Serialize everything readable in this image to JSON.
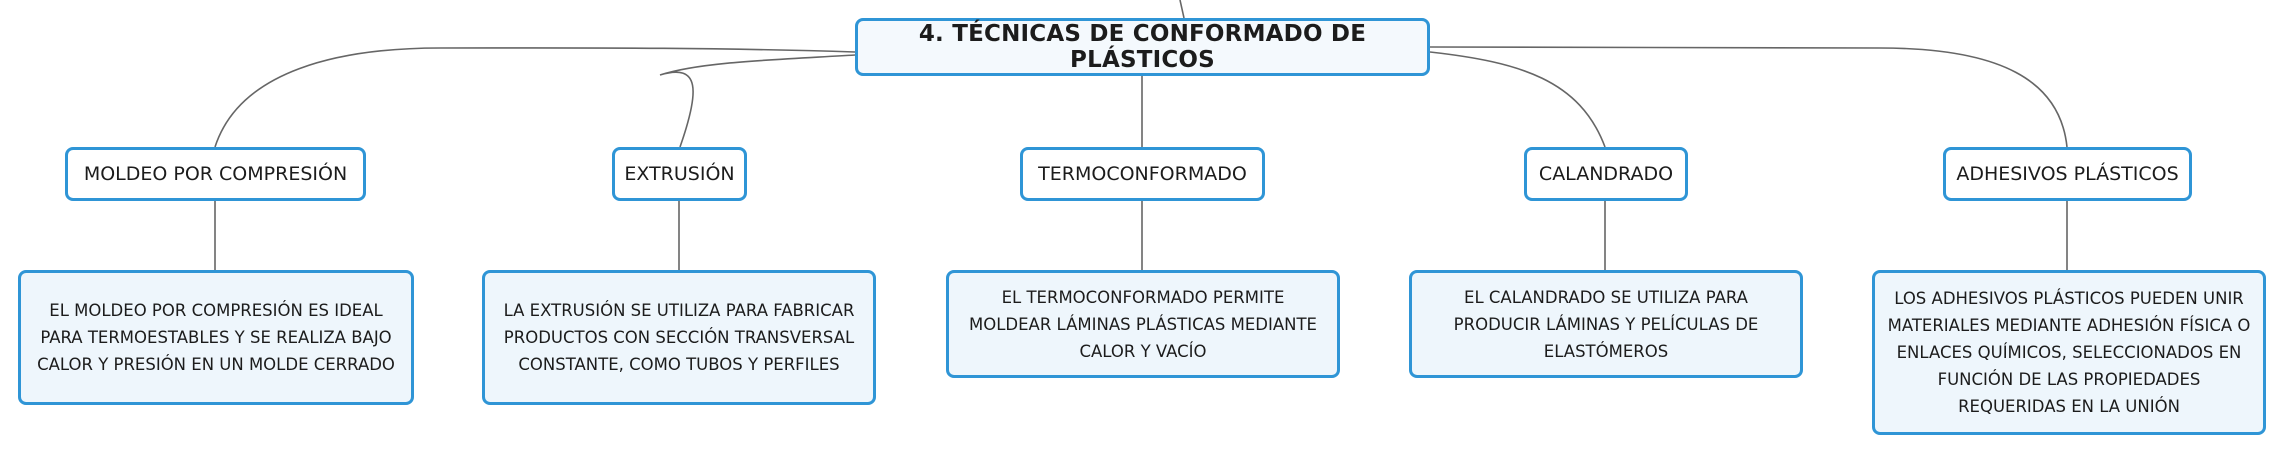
{
  "root": {
    "title": "4. TÉCNICAS DE CONFORMADO DE PLÁSTICOS"
  },
  "topics": [
    {
      "label": "MOLDEO POR COMPRESIÓN",
      "detail": "EL MOLDEO POR COMPRESIÓN ES IDEAL PARA TERMOESTABLES Y SE REALIZA BAJO CALOR Y PRESIÓN EN UN MOLDE CERRADO"
    },
    {
      "label": "EXTRUSIÓN",
      "detail": "LA EXTRUSIÓN SE UTILIZA PARA FABRICAR PRODUCTOS CON SECCIÓN TRANSVERSAL CONSTANTE, COMO TUBOS Y PERFILES"
    },
    {
      "label": "TERMOCONFORMADO",
      "detail": "EL TERMOCONFORMADO PERMITE MOLDEAR LÁMINAS PLÁSTICAS MEDIANTE CALOR Y VACÍO"
    },
    {
      "label": "CALANDRADO",
      "detail": "EL CALANDRADO SE UTILIZA PARA PRODUCIR LÁMINAS Y PELÍCULAS DE ELASTÓMEROS"
    },
    {
      "label": "ADHESIVOS PLÁSTICOS",
      "detail": "LOS ADHESIVOS PLÁSTICOS PUEDEN UNIR MATERIALES MEDIANTE ADHESIÓN FÍSICA O ENLACES QUÍMICOS, SELECCIONADOS EN FUNCIÓN DE LAS PROPIEDADES REQUERIDAS EN LA UNIÓN"
    }
  ],
  "colors": {
    "border": "#2f95d6",
    "connector": "#666666"
  }
}
